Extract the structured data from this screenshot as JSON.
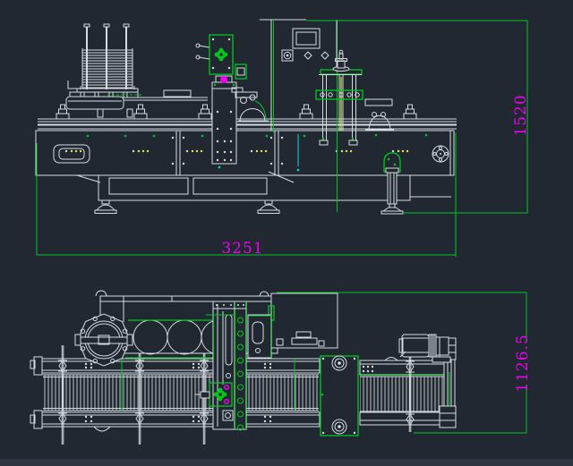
{
  "canvas": {
    "background": "#212832",
    "statusbar_color": "#2e3540"
  },
  "drawing": {
    "dimensions": {
      "front_width": "3251",
      "front_height": "1520",
      "plan_depth": "1126.5"
    },
    "colors": {
      "line": "#d5dbe0",
      "accent_green": "#00c81e",
      "dimension_text": "#f000f0",
      "centerline_yellow": "#e6e64e",
      "accent_cyan": "#00dcdc"
    }
  }
}
